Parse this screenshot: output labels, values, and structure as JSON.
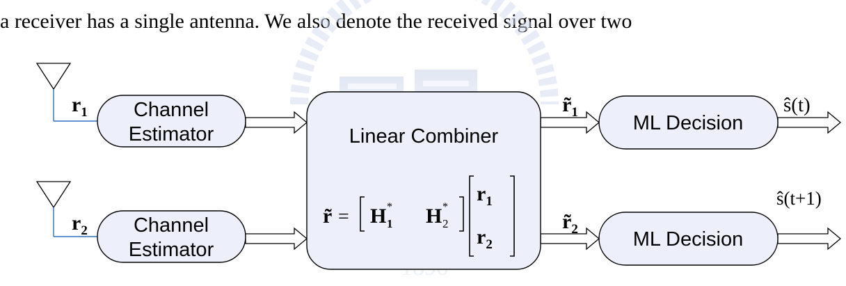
{
  "intro_text": "a receiver has a single antenna. We also denote the received signal over two",
  "watermark": {
    "text": "1896"
  },
  "antennas": [
    {
      "signal": "r",
      "sub": "1"
    },
    {
      "signal": "r",
      "sub": "2"
    }
  ],
  "estimators": [
    {
      "line1": "Channel",
      "line2": "Estimator"
    },
    {
      "line1": "Channel",
      "line2": "Estimator"
    }
  ],
  "combiner": {
    "title": "Linear Combiner",
    "eq_lhs": "r̃",
    "eq_sign": "=",
    "h1": "H",
    "h1_sup": "*",
    "h1_sub": "1",
    "h2": "H",
    "h2_sup": "*",
    "h2_sub": "2",
    "v1": "r",
    "v1_sub": "1",
    "v2": "r",
    "v2_sub": "2"
  },
  "combiner_outputs": [
    {
      "signal": "r̃",
      "sub": "1"
    },
    {
      "signal": "r̃",
      "sub": "2"
    }
  ],
  "decisions": [
    {
      "label": "ML Decision"
    },
    {
      "label": "ML Decision"
    }
  ],
  "outputs": [
    {
      "label": "ŝ(t)"
    },
    {
      "label": "ŝ(t+1)"
    }
  ],
  "colors": {
    "box_fill": "#edf0fa",
    "stroke": "#000000",
    "antenna_feed": "#2f6fbf"
  }
}
